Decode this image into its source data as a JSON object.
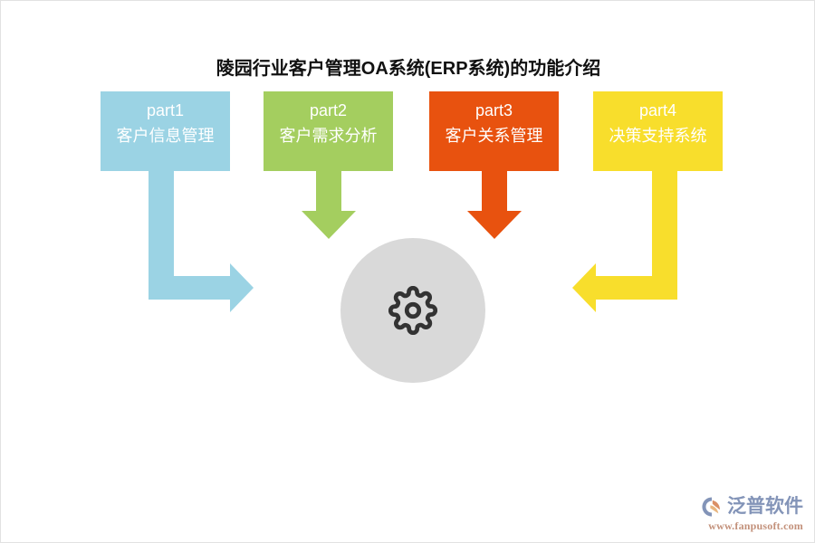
{
  "page": {
    "title": "陵园行业客户管理OA系统(ERP系统)的功能介绍",
    "background_color": "#FFFFFF"
  },
  "diagram": {
    "type": "process-flow",
    "center": {
      "icon": "gear-icon",
      "circle_color": "#D9D9D9",
      "icon_color": "#333333"
    },
    "parts": [
      {
        "index": "part1",
        "label": "客户信息管理",
        "color": "#9BD3E4",
        "arrow": "down-right"
      },
      {
        "index": "part2",
        "label": "客户需求分析",
        "color": "#A4CE5F",
        "arrow": "down"
      },
      {
        "index": "part3",
        "label": "客户关系管理",
        "color": "#E8520F",
        "arrow": "down"
      },
      {
        "index": "part4",
        "label": "决策支持系统",
        "color": "#F8DE2C",
        "arrow": "down-left"
      }
    ]
  },
  "watermark": {
    "brand": "泛普软件",
    "url": "www.fanpusoft.com",
    "brand_color": "#7D8FB5",
    "url_color": "#C08C74"
  }
}
